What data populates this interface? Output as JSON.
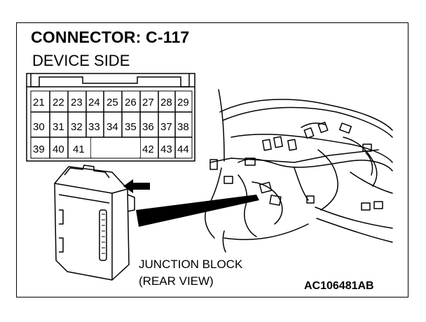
{
  "connector": {
    "title": "CONNECTOR: C-117",
    "view": "DEVICE SIDE",
    "pins_row1": [
      "21",
      "22",
      "23",
      "24",
      "25",
      "26",
      "27",
      "28",
      "29"
    ],
    "pins_row2": [
      "30",
      "31",
      "32",
      "33",
      "34",
      "35",
      "36",
      "37",
      "38"
    ],
    "pins_row3_left": [
      "39",
      "40",
      "41"
    ],
    "pins_row3_right": [
      "42",
      "43",
      "44"
    ]
  },
  "callout": {
    "line1": "JUNCTION BLOCK",
    "line2": "(REAR VIEW)"
  },
  "figure_code": "AC106481AB"
}
